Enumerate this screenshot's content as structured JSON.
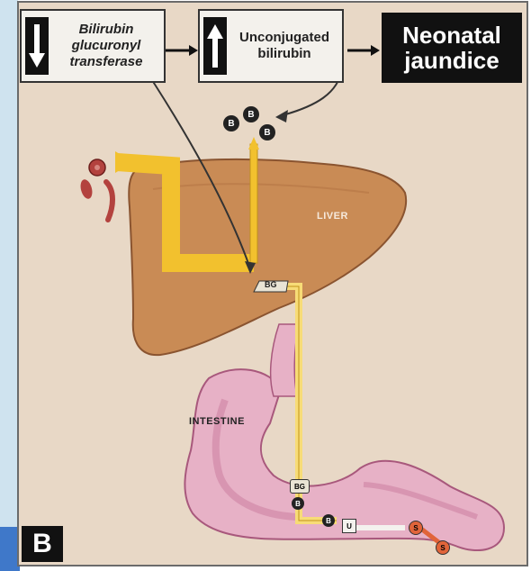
{
  "boxes": {
    "enzyme": {
      "direction": "down",
      "label": "Bilirubin\nglucuronyl\ntransferase"
    },
    "unconjugated": {
      "direction": "up",
      "label": "Unconjugated\nbilirubin"
    },
    "outcome": {
      "label": "Neonatal\njaundice"
    }
  },
  "organs": {
    "liver": "LIVER",
    "intestine": "INTESTINE"
  },
  "molecules": {
    "b": "B",
    "bg": "BG",
    "u": "U",
    "s": "S"
  },
  "panel_letter": "B",
  "colors": {
    "background_tan": "#e8d8c6",
    "liver": "#c98b55",
    "bile_yellow": "#f2c12e",
    "intestine_pink": "#e7b1c6",
    "label_black": "#111111"
  }
}
